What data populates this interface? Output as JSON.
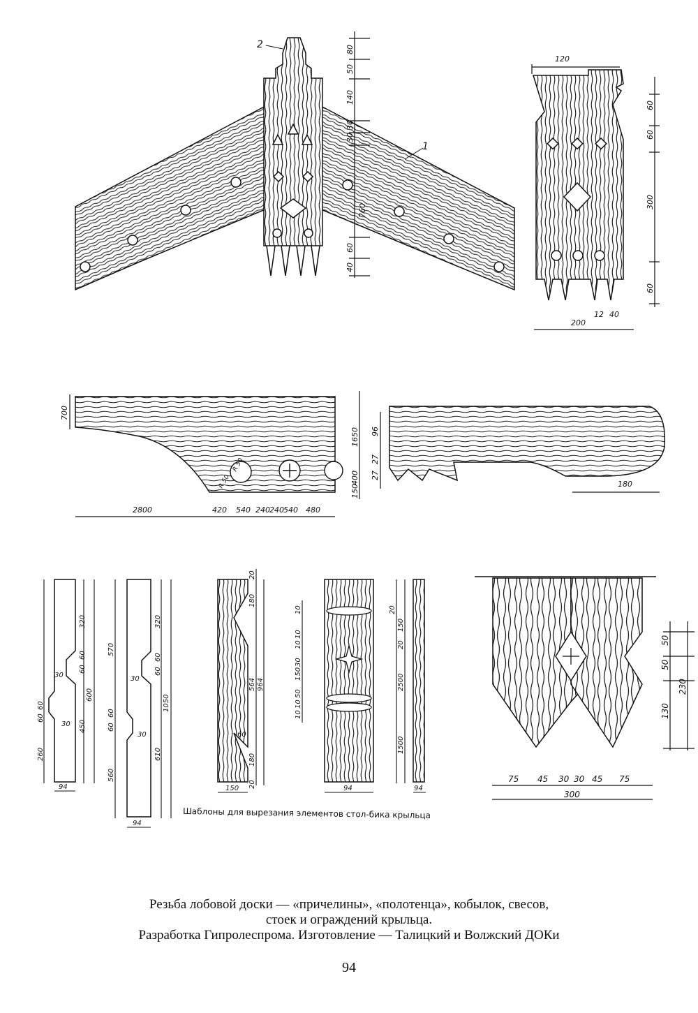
{
  "labels": {
    "part_1": "1",
    "part_2": "2"
  },
  "dims": {
    "gable_v": [
      "80",
      "50",
      "140",
      "30",
      "30",
      "760",
      "60",
      "40"
    ],
    "towel_top": "120",
    "towel_v": [
      "60",
      "60",
      "300",
      "60"
    ],
    "towel_bottom": [
      "200",
      "12",
      "40"
    ],
    "bracket_left_v": [
      "700",
      "1650",
      "400",
      "150"
    ],
    "bracket_right_v": [
      "96",
      "27",
      "27"
    ],
    "bracket_bottom": [
      "2800",
      "420",
      "540",
      "240",
      "240",
      "540",
      "480"
    ],
    "bracket_circle": [
      "R 50",
      "R 50"
    ],
    "bracket_right_bottom": "180",
    "tpl1": [
      "320",
      "60",
      "60",
      "30",
      "600",
      "450",
      "260",
      "60",
      "60",
      "30",
      "94"
    ],
    "tpl2": [
      "570",
      "320",
      "60",
      "60",
      "30",
      "1050",
      "60",
      "60",
      "30",
      "610",
      "560",
      "94"
    ],
    "tpl3": [
      "20",
      "180",
      "564",
      "964",
      "60",
      "180",
      "20",
      "150"
    ],
    "post": [
      "10",
      "10",
      "10",
      "30",
      "150",
      "50",
      "10",
      "10",
      "2500",
      "1500",
      "20",
      "150",
      "20",
      "94",
      "94"
    ],
    "fence_v": [
      "50",
      "50",
      "230",
      "130"
    ],
    "fence_h": [
      "75",
      "45",
      "30",
      "30",
      "45",
      "75",
      "300"
    ]
  },
  "templates_note": "Шаблоны для вырезания элементов стол-бика крыльца",
  "caption": {
    "line1": "Резьба лобовой доски — «причелины», «полотенца», кобылок, свесов,",
    "line2": "стоек и ограждений крыльца.",
    "line3": "Разработка Гипролеспрома. Изготовление — Талицкий и Волжский ДОКи"
  },
  "page_number": "94"
}
